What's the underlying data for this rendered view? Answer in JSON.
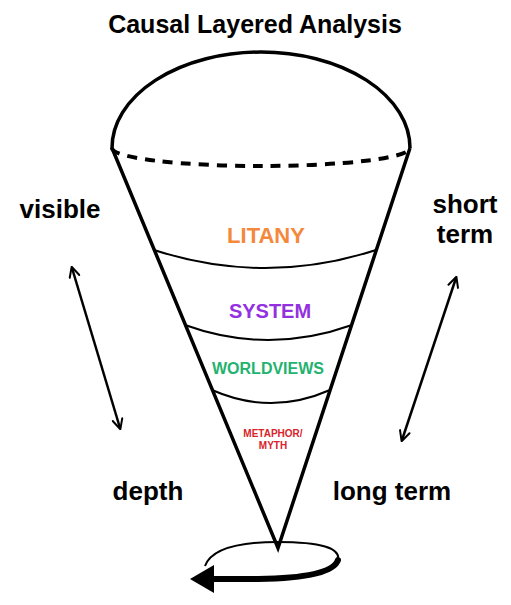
{
  "diagram": {
    "title": "Causal Layered Analysis",
    "nodes": [
      {
        "text": [
          "LITANY"
        ]
      },
      {
        "text": [
          "SYSTEM"
        ]
      },
      {
        "text": [
          "WORLDVIEWS"
        ]
      },
      {
        "text": [
          "METAPHOR/ MYTH"
        ]
      }
    ],
    "labels": [
      "visible",
      "depth",
      "short term",
      "long term"
    ]
  }
}
